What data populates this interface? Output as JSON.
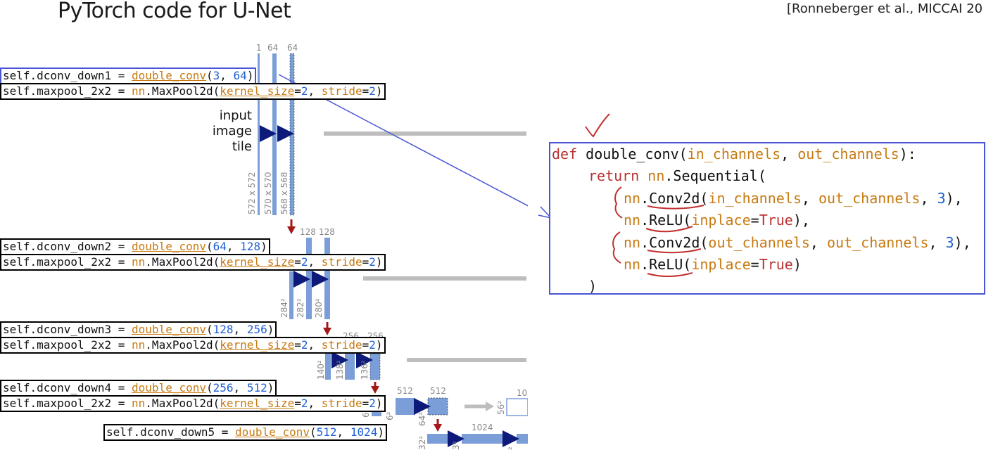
{
  "header": {
    "title": "PyTorch code for U-Net",
    "citation": "[Ronneberger et al., MICCAI 20"
  },
  "code_lines": {
    "down1": {
      "var": "self.dconv_down1 = ",
      "fn": "double_conv",
      "args_open": "(",
      "a1": "3",
      "sep": ", ",
      "a2": "64",
      "close": ")"
    },
    "pool1": {
      "var": "self.maxpool_2x2 = ",
      "mod": "nn",
      "call": ".MaxPool2d(",
      "k": "kernel_size",
      "eq1": "=",
      "kv": "2",
      "sep": ", ",
      "s": "stride",
      "eq2": "=",
      "sv": "2",
      "close": ")"
    },
    "down2": {
      "var": "self.dconv_down2 = ",
      "fn": "double_conv",
      "args_open": "(",
      "a1": "64",
      "sep": ", ",
      "a2": "128",
      "close": ")"
    },
    "pool2": {
      "var": "self.maxpool_2x2 = ",
      "mod": "nn",
      "call": ".MaxPool2d(",
      "k": "kernel_size",
      "eq1": "=",
      "kv": "2",
      "sep": ", ",
      "s": "stride",
      "eq2": "=",
      "sv": "2",
      "close": ")"
    },
    "down3": {
      "var": "self.dconv_down3 = ",
      "fn": "double_conv",
      "args_open": "(",
      "a1": "128",
      "sep": ", ",
      "a2": "256",
      "close": ")"
    },
    "pool3": {
      "var": "self.maxpool_2x2 = ",
      "mod": "nn",
      "call": ".MaxPool2d(",
      "k": "kernel_size",
      "eq1": "=",
      "kv": "2",
      "sep": ", ",
      "s": "stride",
      "eq2": "=",
      "sv": "2",
      "close": ")"
    },
    "down4": {
      "var": "self.dconv_down4 = ",
      "fn": "double_conv",
      "args_open": "(",
      "a1": "256",
      "sep": ", ",
      "a2": "512",
      "close": ")"
    },
    "pool4": {
      "var": "self.maxpool_2x2 = ",
      "mod": "nn",
      "call": ".MaxPool2d(",
      "k": "kernel_size",
      "eq1": "=",
      "kv": "2",
      "sep": ", ",
      "s": "stride",
      "eq2": "=",
      "sv": "2",
      "close": ")"
    },
    "down5": {
      "var": "self.dconv_down5 = ",
      "fn": "double_conv",
      "args_open": "(",
      "a1": "512",
      "sep": ", ",
      "a2": "1024",
      "close": ")"
    }
  },
  "function_def": {
    "def_kw": "def",
    "name": " double_conv(",
    "p1": "in_channels",
    "comma": ", ",
    "p2": "out_channels",
    "end": "):",
    "ret": "return",
    "seq_mod": "nn",
    "seq": ".Sequential(",
    "conv1_mod": "nn",
    "conv1_call": ".Conv2d(",
    "conv1_a": "in_channels",
    "conv1_b": "out_channels",
    "conv1_k": "3",
    "conv1_end": "),",
    "relu1_mod": "nn",
    "relu1_call": ".ReLU(",
    "relu1_kw": "inplace",
    "relu1_eq": "=",
    "relu1_v": "True",
    "relu1_end": "),",
    "conv2_mod": "nn",
    "conv2_call": ".Conv2d(",
    "conv2_a": "out_channels",
    "conv2_b": "out_channels",
    "conv2_k": "3",
    "conv2_end": "),",
    "relu2_mod": "nn",
    "relu2_call": ".ReLU(",
    "relu2_kw": "inplace",
    "relu2_eq": "=",
    "relu2_v": "True",
    "relu2_end": ")",
    "close": ")"
  },
  "diagram": {
    "input_label_1": "input",
    "input_label_2": "image",
    "input_label_3": "tile",
    "ch_1": "1",
    "ch_64a": "64",
    "ch_64b": "64",
    "ch_128a": "128",
    "ch_128b": "128",
    "ch_256a": "256",
    "ch_256b": "256",
    "ch_512a": "512",
    "ch_512b": "512",
    "ch_1024": "1024",
    "ch_10": "10",
    "dim_572": "572 x 572",
    "dim_570": "570 x 570",
    "dim_568": "568 x 568",
    "dim_284": "284²",
    "dim_282": "282²",
    "dim_280": "280²",
    "dim_140": "140²",
    "dim_138": "138²",
    "dim_136": "136²",
    "dim_68": "6",
    "dim_66": "6²",
    "dim_64": "64²",
    "dim_56": "56²",
    "dim_32": "32²",
    "dim_30": "3²",
    "dim_28": "²"
  },
  "colors": {
    "code_border_blue": "#4a55d4",
    "keyword_orange": "#c77a12",
    "number_blue": "#1f5fd6",
    "feature_map_blue": "#7b9ed8",
    "conv_arrow_navy": "#0d1a7a",
    "pool_arrow_red": "#a31818",
    "skip_gray": "#bdbdbd",
    "pen_red": "#c23030"
  }
}
